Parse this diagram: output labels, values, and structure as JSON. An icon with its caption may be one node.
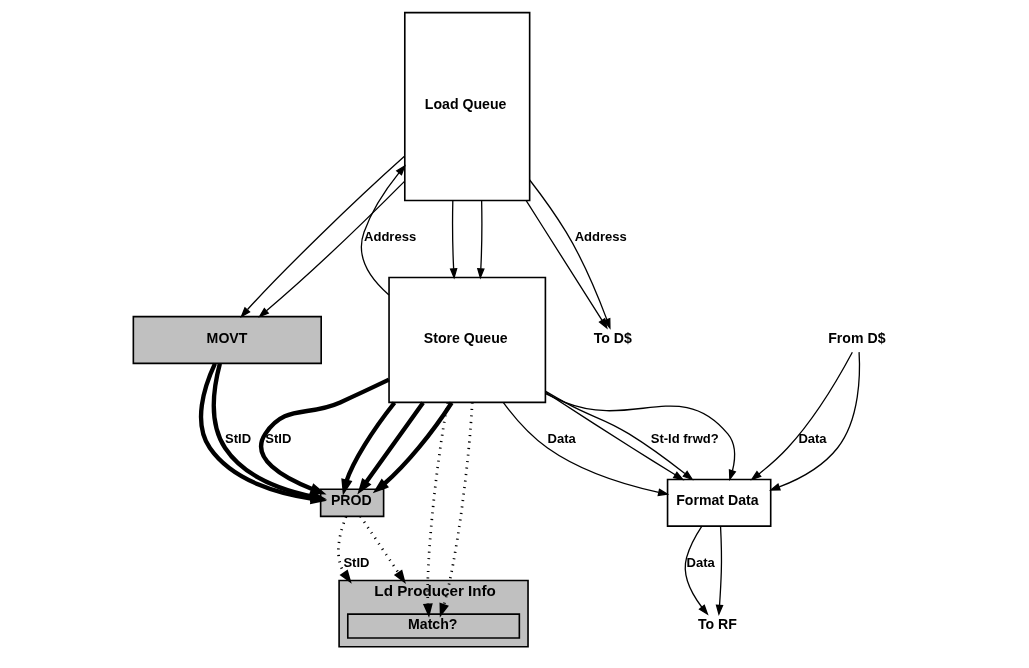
{
  "diagram": {
    "nodes": [
      {
        "text": [
          "Load Queue"
        ]
      },
      {
        "text": [
          "Store Queue"
        ]
      },
      {
        "text": [
          "Format Data"
        ]
      },
      {
        "text": [
          "MOVT"
        ]
      },
      {
        "text": [
          "PROD"
        ]
      },
      {
        "text": [
          "Ld Producer Info"
        ]
      },
      {
        "text": [
          "Match?"
        ],
        "in": 5
      },
      {
        "text": [
          "To D$"
        ]
      },
      {
        "text": [
          "From D$"
        ]
      },
      {
        "text": [
          "To RF"
        ]
      }
    ],
    "edges": [
      {
        "from": 1,
        "to": 0,
        "arrow": "to",
        "label": "Address"
      },
      {
        "from": 0,
        "to": 7,
        "arrow": "to",
        "label": "Address"
      },
      {
        "from": 0,
        "to": 7,
        "arrow": "to"
      },
      {
        "from": 0,
        "to": 3,
        "arrow": "to"
      },
      {
        "from": 0,
        "to": 3,
        "arrow": "to"
      },
      {
        "from": 0,
        "to": 1,
        "arrow": "to"
      },
      {
        "from": 0,
        "to": 1,
        "arrow": "to"
      },
      {
        "from": 1,
        "to": 2,
        "arrow": "to",
        "label": "Data"
      },
      {
        "from": 1,
        "to": 2,
        "arrow": "to"
      },
      {
        "from": 8,
        "to": 2,
        "arrow": "to",
        "label": "Data"
      },
      {
        "from": 8,
        "to": 2,
        "arrow": "to"
      },
      {
        "from": 2,
        "to": 9,
        "arrow": "to",
        "label": "Data"
      },
      {
        "from": 2,
        "to": 9,
        "arrow": "to"
      },
      {
        "from": 1,
        "to": 4,
        "arrow": "to",
        "label": "StID",
        "style": "thick"
      },
      {
        "from": 1,
        "to": 4,
        "arrow": "to",
        "style": "thick"
      },
      {
        "from": 3,
        "to": 4,
        "arrow": "to",
        "label": "StID",
        "style": "thick"
      },
      {
        "from": 3,
        "to": 4,
        "arrow": "to",
        "style": "thick"
      },
      {
        "from": 4,
        "to": 5,
        "arrow": "to",
        "label": "StID",
        "style": "dashed"
      },
      {
        "from": 4,
        "to": 5,
        "arrow": "to",
        "style": "dashed"
      },
      {
        "from": 1,
        "to": 2,
        "arrow": "to",
        "label": "St-ld frwd?"
      },
      {
        "from": 1,
        "to": 2,
        "arrow": "to"
      },
      {
        "from": 1,
        "to": 4,
        "arrow": "to",
        "style": "thick"
      },
      {
        "from": 1,
        "to": 4,
        "arrow": "to",
        "style": "thick"
      },
      {
        "from": 1,
        "to": 6,
        "arrow": "to",
        "style": "dashed"
      },
      {
        "from": 1,
        "to": 6,
        "arrow": "to",
        "style": "dashed"
      }
    ]
  }
}
